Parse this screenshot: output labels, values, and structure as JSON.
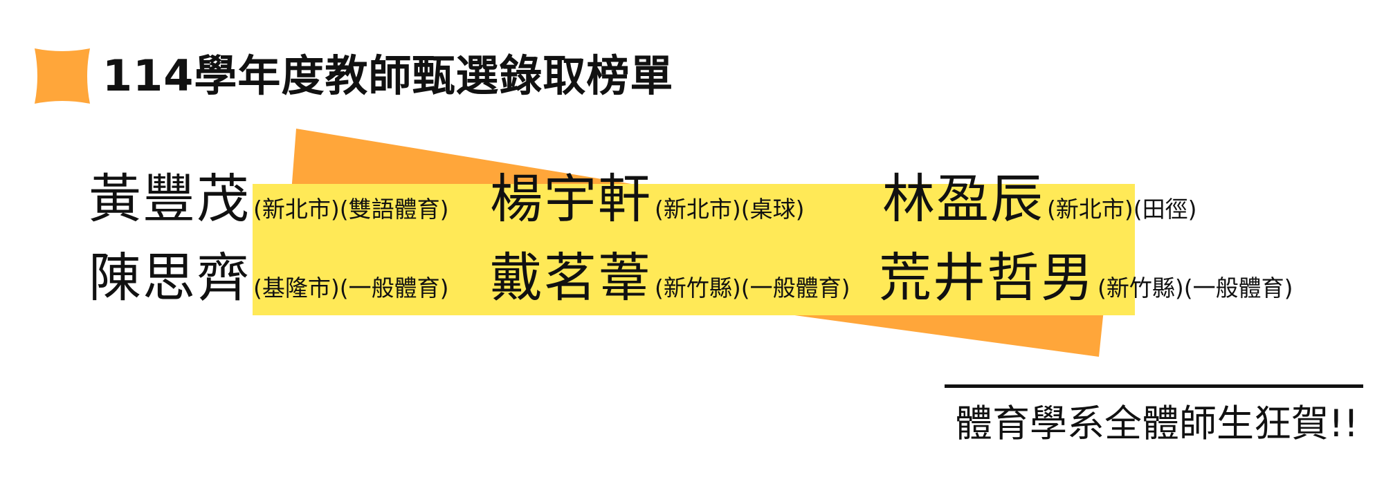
{
  "header": {
    "title": "114學年度教師甄選錄取榜單"
  },
  "colors": {
    "accent_orange": "#FFA63A",
    "accent_yellow": "#FFE957",
    "text": "#111111"
  },
  "entries": [
    {
      "name": "黃豐茂",
      "region": "(新北市)",
      "subject": "(雙語體育)"
    },
    {
      "name": "楊宇軒",
      "region": "(新北市)",
      "subject": "(桌球)"
    },
    {
      "name": "林盈辰",
      "region": "(新北市)",
      "subject": "(田徑)"
    },
    {
      "name": "陳思齊",
      "region": "(基隆市)",
      "subject": "(一般體育)"
    },
    {
      "name": "戴茗葦",
      "region": "(新竹縣)",
      "subject": "(一般體育)"
    },
    {
      "name": "荒井哲男",
      "region": "(新竹縣)",
      "subject": "(一般體育)"
    }
  ],
  "footer": {
    "text": "體育學系全體師生狂賀!!"
  }
}
